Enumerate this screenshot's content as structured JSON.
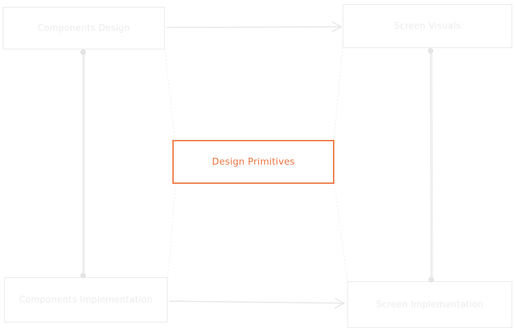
{
  "diagram": {
    "nodes": {
      "components_design": "Components Design",
      "screen_visuals": "Screen Visuals",
      "design_primitives": "Design Primitives",
      "components_implementation": "Components Implementation",
      "screen_implementation": "Screen Implementation"
    },
    "edges": [
      {
        "from": "components_design",
        "to": "screen_visuals",
        "style": "arrow"
      },
      {
        "from": "components_implementation",
        "to": "screen_implementation",
        "style": "arrow"
      },
      {
        "from": "components_design",
        "to": "components_implementation",
        "style": "dot-line"
      },
      {
        "from": "screen_visuals",
        "to": "screen_implementation",
        "style": "dot-line"
      },
      {
        "from": "components_design",
        "to": "design_primitives",
        "style": "dotted"
      },
      {
        "from": "screen_visuals",
        "to": "design_primitives",
        "style": "dotted"
      },
      {
        "from": "components_implementation",
        "to": "design_primitives",
        "style": "dotted"
      },
      {
        "from": "screen_implementation",
        "to": "design_primitives",
        "style": "dotted"
      }
    ],
    "colors": {
      "highlight": "#f07a47",
      "muted_stroke": "#e9e9e9",
      "muted_text": "#ececec"
    }
  }
}
